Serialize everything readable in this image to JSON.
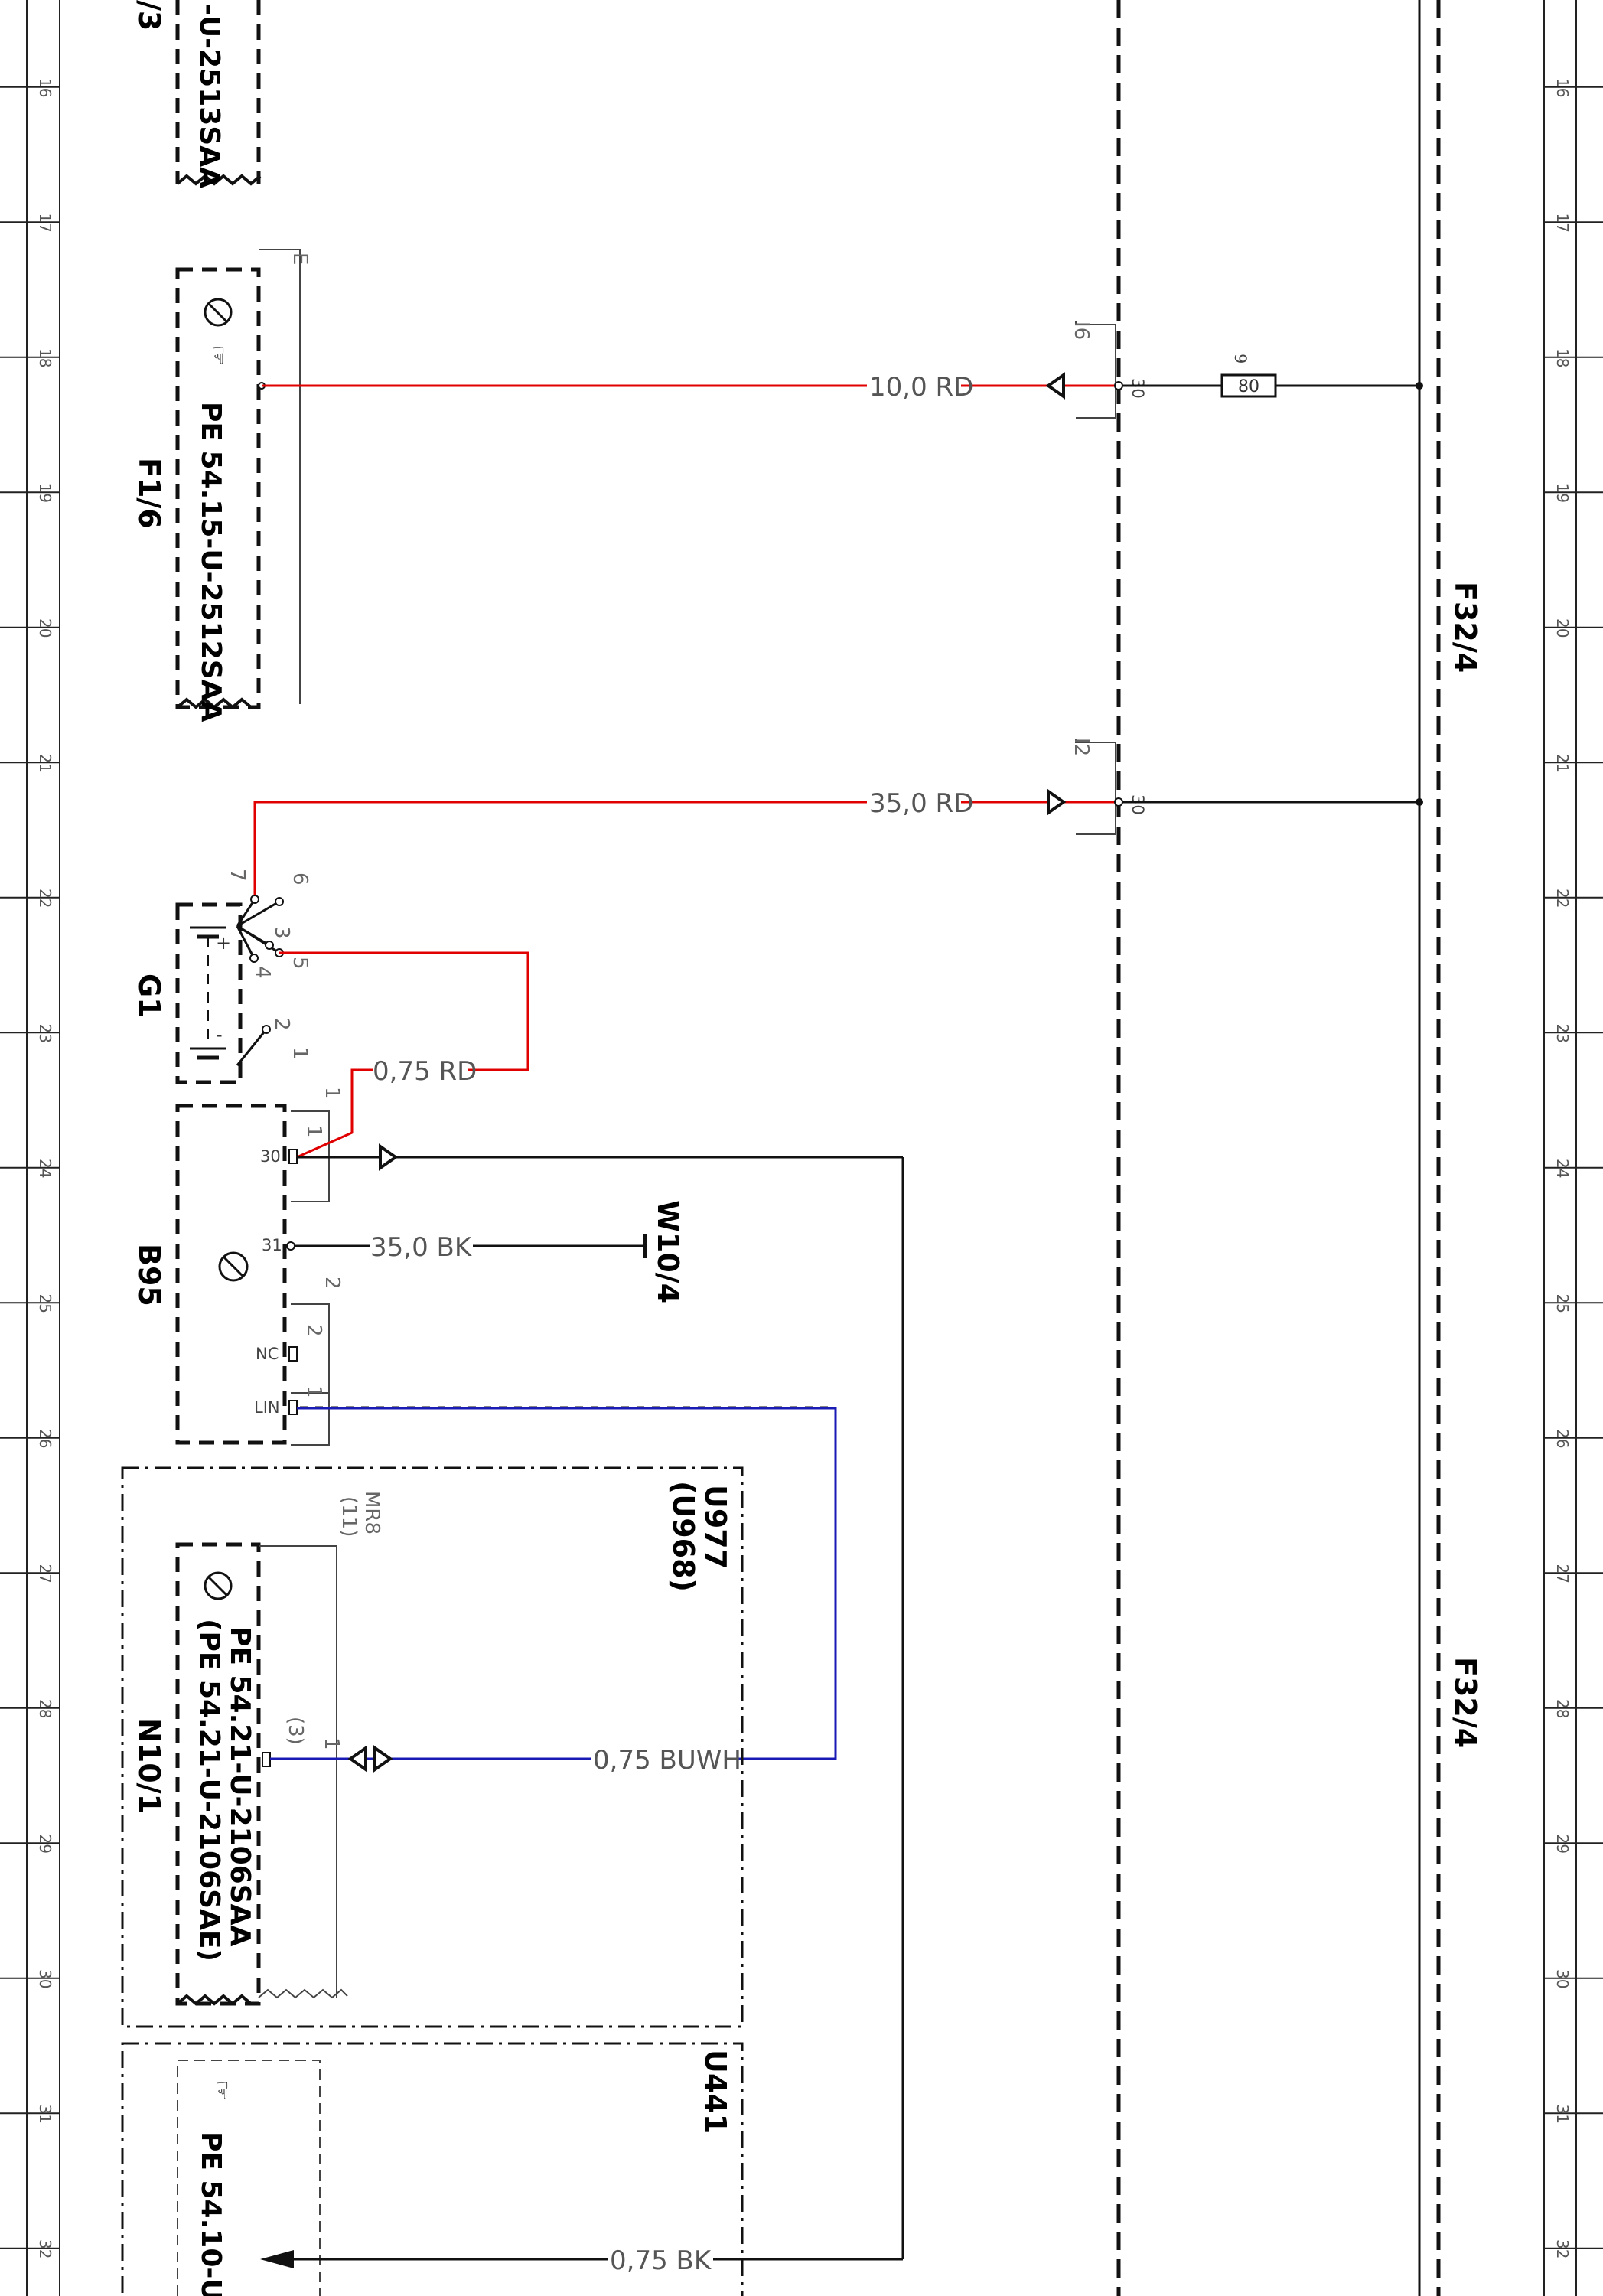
{
  "grid": {
    "rows": [
      "16",
      "17",
      "18",
      "19",
      "20",
      "21",
      "22",
      "23",
      "24",
      "25",
      "26",
      "27",
      "28",
      "29",
      "30",
      "31",
      "32"
    ]
  },
  "components": {
    "top_partial": {
      "doc": "-U-2513SAA",
      "id": "/3"
    },
    "f1_6": {
      "id": "F1/6",
      "doc": "PE 54.15-U-2512SAA",
      "tap": "E"
    },
    "g1": {
      "id": "G1",
      "pins": [
        "7",
        "6",
        "3",
        "5",
        "4",
        "2",
        "1"
      ],
      "plus": "+",
      "minus": "-"
    },
    "b95": {
      "id": "B95",
      "pins": {
        "p30": "30",
        "p31": "31",
        "nc": "NC",
        "lin": "LIN"
      },
      "conn1": "1",
      "conn1b": "1",
      "conn2": "2",
      "conn2b": "2",
      "conn1c": "1"
    },
    "w10_4": {
      "id": "W10/4"
    },
    "n10_1": {
      "id": "N10/1",
      "doc1": "PE 54.21-U-2106SAA",
      "doc2": "(PE 54.21-U-2106SAE)",
      "mr": "MR8",
      "mr_sub": "(11)",
      "pin": "1",
      "pin_sub": "(3)"
    },
    "u977": {
      "id": "U977",
      "sub": "(U968)"
    },
    "u441": {
      "id": "U441",
      "doc": "PE 54.10-U"
    },
    "fuse": {
      "value": "80",
      "number": "9"
    },
    "bus": {
      "label_a": "F32/4",
      "label_b": "F32/4"
    },
    "i6": {
      "id": "I6",
      "pin": "30"
    },
    "i2": {
      "id": "I2",
      "pin": "30"
    }
  },
  "wires": {
    "w1": "10,0 RD",
    "w2": "35,0 RD",
    "w3": "0,75 RD",
    "w4": "35,0 BK",
    "w5": "0,75 BUWH",
    "w6": "0,75 BK"
  },
  "colors": {
    "red": "#e00000",
    "blue": "#1a1ab4",
    "black": "#111111"
  }
}
